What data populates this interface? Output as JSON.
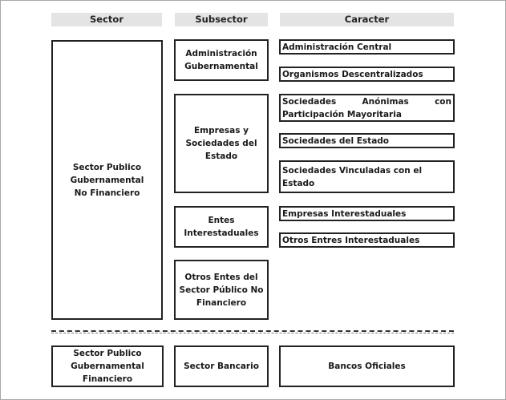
{
  "headers": {
    "sector": "Sector",
    "subsector": "Subsector",
    "caracter": "Caracter"
  },
  "sectors": {
    "no_financiero": "Sector Publico Gubernamental No Financiero",
    "financiero": "Sector Publico Gubernamental Financiero"
  },
  "subsectors": {
    "administracion": "Administración Gubernamental",
    "empresas": "Empresas y Sociedades del Estado",
    "entes": "Entes Interestaduales",
    "otros_entes": "Otros Entes del Sector Público No Financiero",
    "bancario": "Sector Bancario"
  },
  "caracteres": {
    "administracion_central": "Administración Central",
    "organismos": "Organismos Descentralizados",
    "sociedades_anonimas": "Sociedades Anónimas con Participación Mayoritaria",
    "sociedades_estado": "Sociedades del Estado",
    "sociedades_vinculadas": "Sociedades Vinculadas con el Estado",
    "empresas_interestaduales": "Empresas Interestaduales",
    "otros_entres": "Otros Entres Interestaduales",
    "bancos_oficiales": "Bancos Oficiales"
  }
}
